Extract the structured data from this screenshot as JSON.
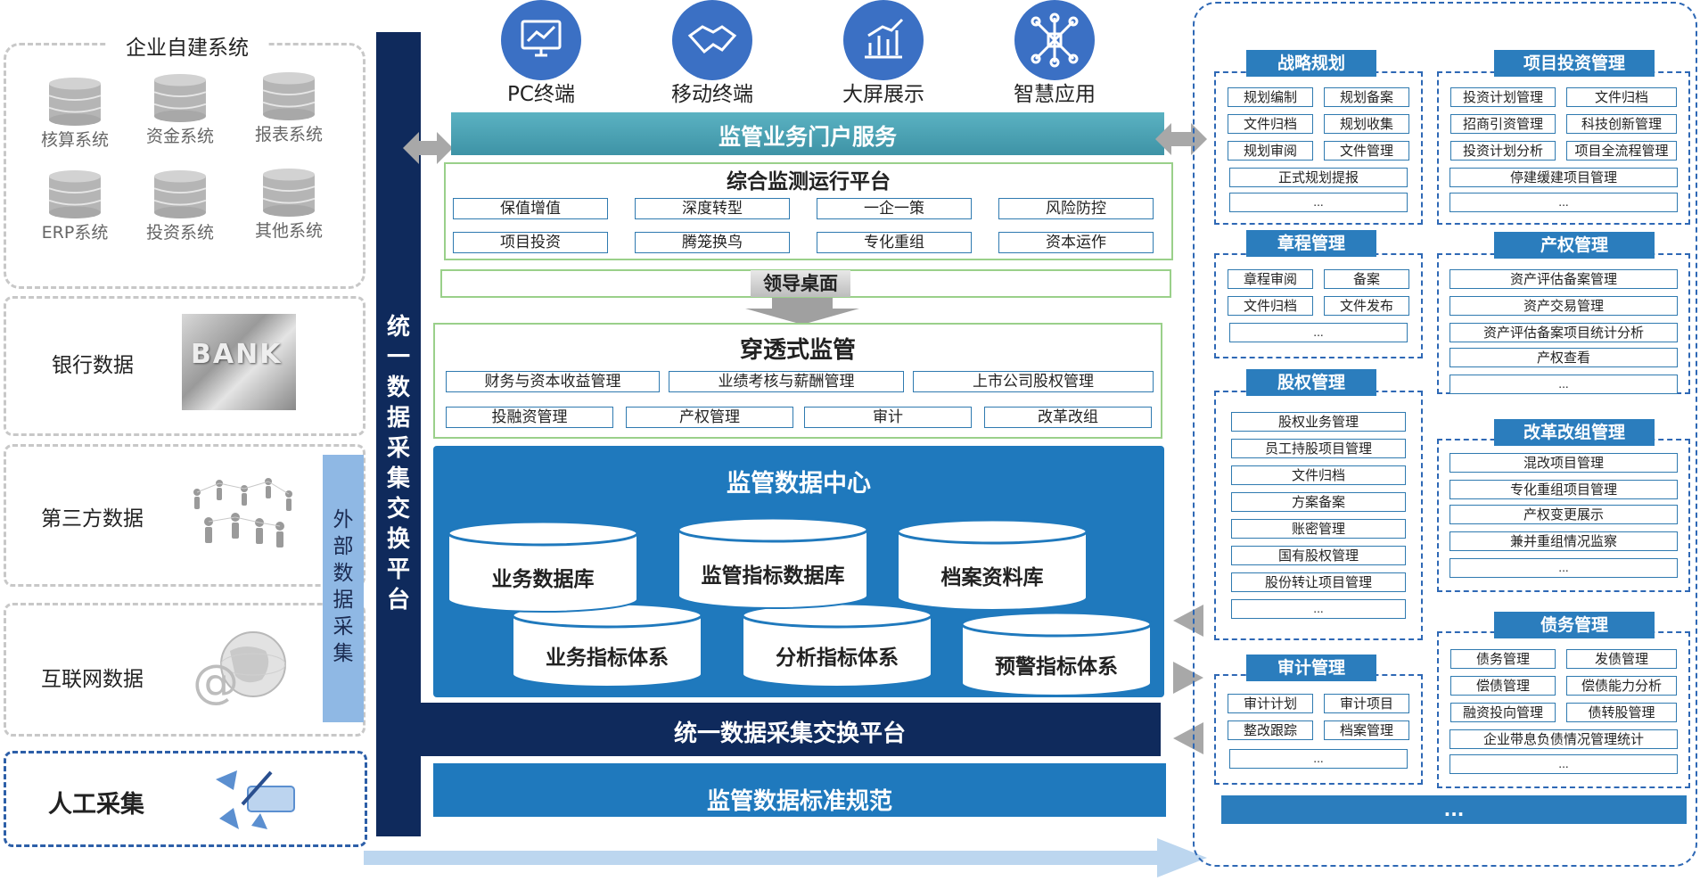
{
  "left": {
    "enterprise": {
      "title": "企业自建系统",
      "systems": [
        "核算系统",
        "资金系统",
        "报表系统",
        "ERP系统",
        "投资系统",
        "其他系统"
      ]
    },
    "bank": {
      "label": "银行数据",
      "image_text": "BANK"
    },
    "third_party": {
      "label": "第三方数据"
    },
    "internet": {
      "label": "互联网数据"
    },
    "manual": {
      "label": "人工采集"
    },
    "external_collect": "外部数据采集"
  },
  "center": {
    "exchange_vertical": "统一数据采集交换平台",
    "terminals": [
      {
        "label": "PC终端",
        "icon": "monitor-chart-icon"
      },
      {
        "label": "移动终端",
        "icon": "handshake-icon"
      },
      {
        "label": "大屏展示",
        "icon": "bar-chart-icon"
      },
      {
        "label": "智慧应用",
        "icon": "network-cube-icon"
      }
    ],
    "portal": "监管业务门户服务",
    "monitor": {
      "title": "综合监测运行平台",
      "row1": [
        "保值增值",
        "深度转型",
        "一企一策",
        "风险防控"
      ],
      "row2": [
        "项目投资",
        "腾笼换鸟",
        "专化重组",
        "资本运作"
      ]
    },
    "leader_desk": "领导桌面",
    "penetrating": {
      "title": "穿透式监管",
      "row1": [
        "财务与资本收益管理",
        "业绩考核与薪酬管理",
        "上市公司股权管理"
      ],
      "row2": [
        "投融资管理",
        "产权管理",
        "审计",
        "改革改组"
      ]
    },
    "data_center": {
      "title": "监管数据中心",
      "top": [
        "业务数据库",
        "监管指标数据库",
        "档案资料库"
      ],
      "bottom": [
        "业务指标体系",
        "分析指标体系",
        "预警指标体系"
      ]
    },
    "exchange_bar": "统一数据采集交换平台",
    "standard_bar": "监管数据标准规范"
  },
  "right": {
    "strategy": {
      "title": "战略规划",
      "grid": [
        "规划编制",
        "规划备案",
        "文件归档",
        "规划收集",
        "规划审阅",
        "文件管理"
      ],
      "full": [
        "正式规划提报",
        "..."
      ]
    },
    "investment": {
      "title": "项目投资管理",
      "grid": [
        "投资计划管理",
        "文件归档",
        "招商引资管理",
        "科技创新管理",
        "投资计划分析",
        "项目全流程管理"
      ],
      "full": [
        "停建缓建项目管理",
        "..."
      ]
    },
    "charter": {
      "title": "章程管理",
      "grid": [
        "章程审阅",
        "备案",
        "文件归档",
        "文件发布"
      ],
      "full": [
        "..."
      ]
    },
    "property": {
      "title": "产权管理",
      "full": [
        "资产评估备案管理",
        "资产交易管理",
        "资产评估备案项目统计分析",
        "产权查看",
        "..."
      ]
    },
    "equity": {
      "title": "股权管理",
      "full": [
        "股权业务管理",
        "员工持股项目管理",
        "文件归档",
        "方案备案",
        "账密管理",
        "国有股权管理",
        "股份转让项目管理",
        "..."
      ]
    },
    "reform": {
      "title": "改革改组管理",
      "full": [
        "混改项目管理",
        "专化重组项目管理",
        "产权变更展示",
        "兼并重组情况监察",
        "..."
      ]
    },
    "debt": {
      "title": "债务管理",
      "grid": [
        "债务管理",
        "发债管理",
        "偿债管理",
        "偿债能力分析",
        "融资投向管理",
        "债转股管理"
      ],
      "full": [
        "企业带息负债情况管理统计",
        "..."
      ]
    },
    "audit": {
      "title": "审计管理",
      "grid": [
        "审计计划",
        "审计项目",
        "整改跟踪",
        "档案管理"
      ],
      "full": [
        "..."
      ]
    },
    "more_bar": "..."
  },
  "colors": {
    "navy": "#0f2a5c",
    "blue": "#1f79bd",
    "teal": "#4aa3b5",
    "title_blue": "#2b7dbd",
    "green_border": "#9ad08a",
    "light_blue": "#8fb8e4"
  }
}
